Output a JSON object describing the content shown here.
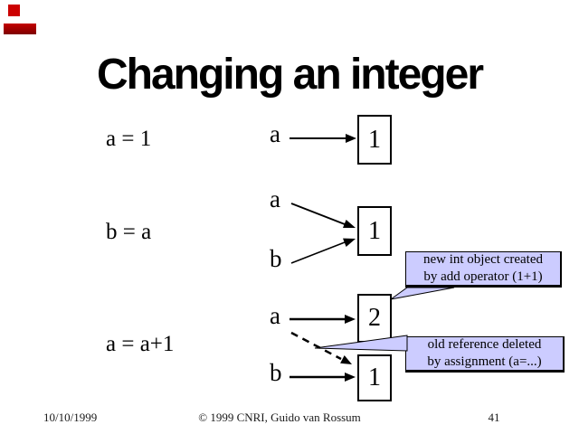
{
  "slide": {
    "title": "Changing an integer",
    "background": "#FFFFFF"
  },
  "decorations": {
    "square_color": "#CC0000",
    "bar_color_top": "#C40000",
    "bar_color_bottom": "#7E0000"
  },
  "code_lines": [
    {
      "text": "a = 1"
    },
    {
      "text": "b = a"
    },
    {
      "text": "a = a+1"
    }
  ],
  "diagram": {
    "labels": [
      {
        "text": "a"
      },
      {
        "text": "a"
      },
      {
        "text": "b"
      },
      {
        "text": "a"
      },
      {
        "text": "b"
      }
    ],
    "boxes": [
      {
        "value": "1"
      },
      {
        "value": "1"
      },
      {
        "value": "2"
      },
      {
        "value": "1"
      }
    ]
  },
  "callouts": [
    {
      "line1": "new int object created",
      "line2": "by add operator (1+1)",
      "fill": "#CCCCFF",
      "border": "#000000"
    },
    {
      "line1": "old reference deleted",
      "line2": "by assignment (a=...)",
      "fill": "#CCCCFF",
      "border": "#000000"
    }
  ],
  "footer": {
    "date": "10/10/1999",
    "copyright": "© 1999 CNRI, Guido van Rossum",
    "page": "41"
  }
}
